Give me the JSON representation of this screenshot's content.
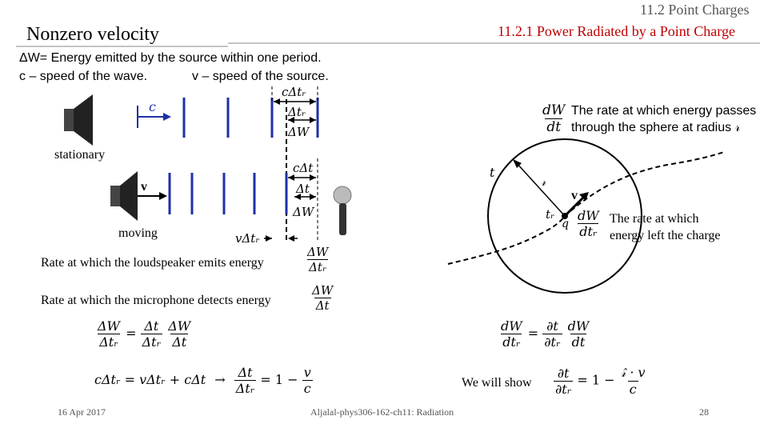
{
  "header": {
    "section": "11.2 Point Charges",
    "subsection": "11.2.1 Power Radiated by a Point Charge",
    "title": "Nonzero velocity"
  },
  "definitions": {
    "line1": "ΔW= Energy emitted by the source within one period.",
    "line2_c": "c – speed of the wave.",
    "line2_v": "v – speed of the source."
  },
  "diagram": {
    "wave_c_label": "c",
    "stationary_label": "stationary",
    "moving_label": "moving",
    "v_label": "v",
    "c_dt_r": "cΔtᵣ",
    "dt_r": "Δtᵣ",
    "dW": "ΔW",
    "c_dt": "cΔt",
    "dt": "Δt",
    "v_dt_r": "vΔtᵣ"
  },
  "rates": {
    "speaker_text": "Rate at which the loudspeaker emits energy",
    "speaker_num": "ΔW",
    "speaker_den": "Δtᵣ",
    "mic_text": "Rate at which the microphone detects energy",
    "mic_num": "ΔW",
    "mic_den": "Δt"
  },
  "equations": {
    "eq1_lhs_num": "ΔW",
    "eq1_lhs_den": "Δtᵣ",
    "eq1_a_num": "Δt",
    "eq1_a_den": "Δtᵣ",
    "eq1_b_num": "ΔW",
    "eq1_b_den": "Δt",
    "eq2_left": "cΔtᵣ = vΔtᵣ + cΔt",
    "eq2_arrow": "→",
    "eq2_num": "Δt",
    "eq2_den": "Δtᵣ",
    "eq2_mid": "= 1 −",
    "eq2_v_num": "v",
    "eq2_v_den": "c"
  },
  "right_panel": {
    "dWdt_num": "dW",
    "dWdt_den": "dt",
    "sphere_text_1": "The rate at which energy passes",
    "sphere_text_2": "through the sphere at radius 𝓇",
    "t_label": "t",
    "r_label": "𝓇",
    "v_label": "v",
    "tr_label": "tᵣ",
    "q_label": "q",
    "dWdtr_num": "dW",
    "dWdtr_den": "dtᵣ",
    "charge_text_1": "The rate at which",
    "charge_text_2": "energy left the charge",
    "eq3_lhs_num": "dW",
    "eq3_lhs_den": "dtᵣ",
    "eq3_a_num": "∂t",
    "eq3_a_den": "∂tᵣ",
    "eq3_b_num": "dW",
    "eq3_b_den": "dt",
    "will_show": "We will show",
    "eq4_num": "∂t",
    "eq4_den": "∂tᵣ",
    "eq4_mid": "= 1 −",
    "eq4_r_num": "𝓇̂ · v",
    "eq4_r_den": "c"
  },
  "footer": {
    "date": "16 Apr 2017",
    "center": "Aljalal-phys306-162-ch11: Radiation",
    "page": "28"
  },
  "colors": {
    "accent_red": "#c00000",
    "wave_blue": "#1f2fa8",
    "header_line": "#555555"
  }
}
